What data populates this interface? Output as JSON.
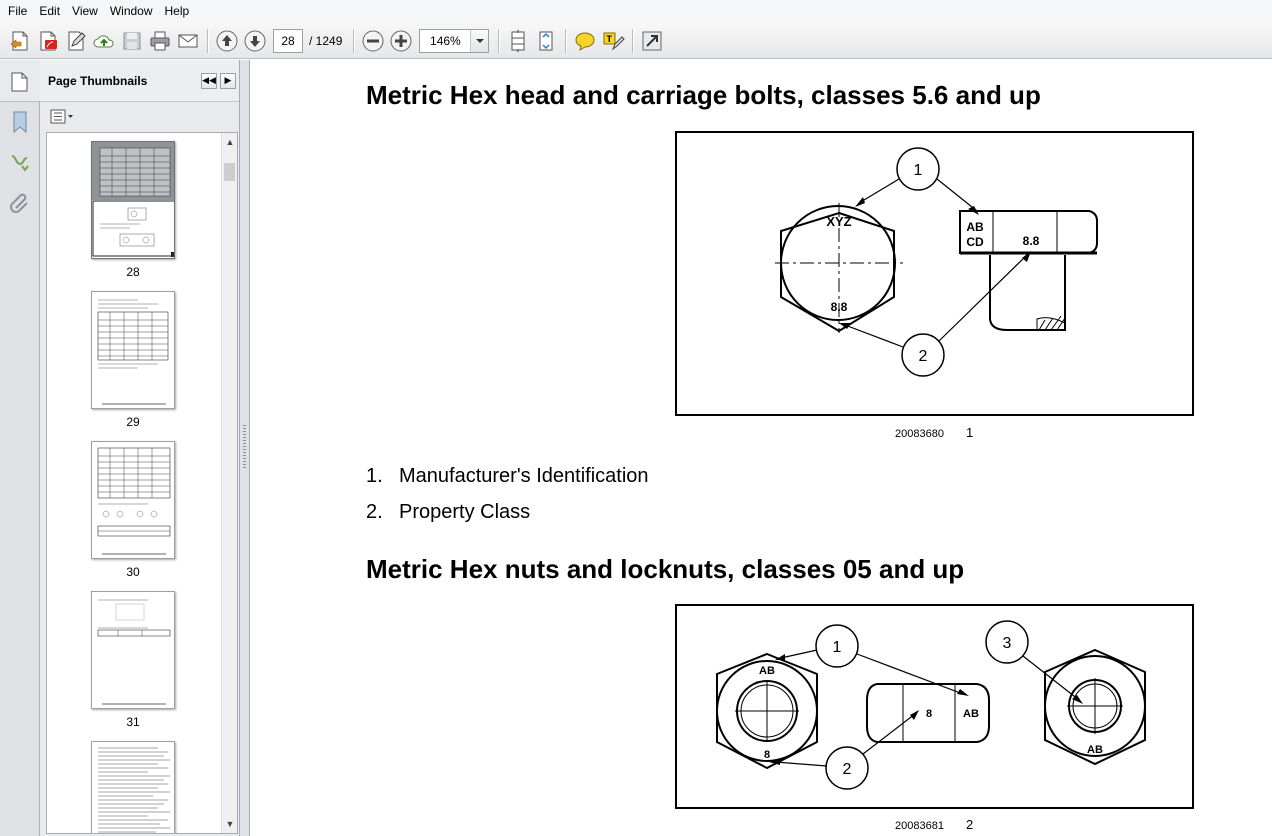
{
  "menu": [
    "File",
    "Edit",
    "View",
    "Window",
    "Help"
  ],
  "toolbar": {
    "page_current": "28",
    "page_total": "/ 1249",
    "zoom": "146%"
  },
  "thumb_panel": {
    "title": "Page Thumbnails",
    "thumbnails": [
      {
        "label": "28"
      },
      {
        "label": "29"
      },
      {
        "label": "30"
      },
      {
        "label": "31"
      },
      {
        "label": ""
      }
    ]
  },
  "document": {
    "section1": {
      "heading": "Metric Hex head and carriage bolts, classes 5.6 and up",
      "figure": {
        "labels": {
          "callout1": "1",
          "callout2": "2",
          "head_text": "XYZ",
          "head_class": "8.8",
          "side_ab": "AB",
          "side_cd": "CD",
          "side_class": "8.8"
        },
        "caption_id": "20083680",
        "caption_num": "1"
      },
      "list": [
        {
          "n": "1.",
          "text": "Manufacturer's Identification"
        },
        {
          "n": "2.",
          "text": "Property Class"
        }
      ]
    },
    "section2": {
      "heading": "Metric Hex nuts and locknuts, classes 05 and up",
      "figure": {
        "labels": {
          "callout1": "1",
          "callout2": "2",
          "callout3": "3",
          "nut1_ab": "AB",
          "nut1_class": "8",
          "nut2_class": "8",
          "nut2_ab": "AB",
          "nut3_ab": "AB"
        },
        "caption_id": "20083681",
        "caption_num": "2"
      }
    }
  },
  "colors": {
    "accent": "#2a7ac7",
    "panel_bg": "#e8eaed",
    "toolbar_bg": "#ececec"
  }
}
